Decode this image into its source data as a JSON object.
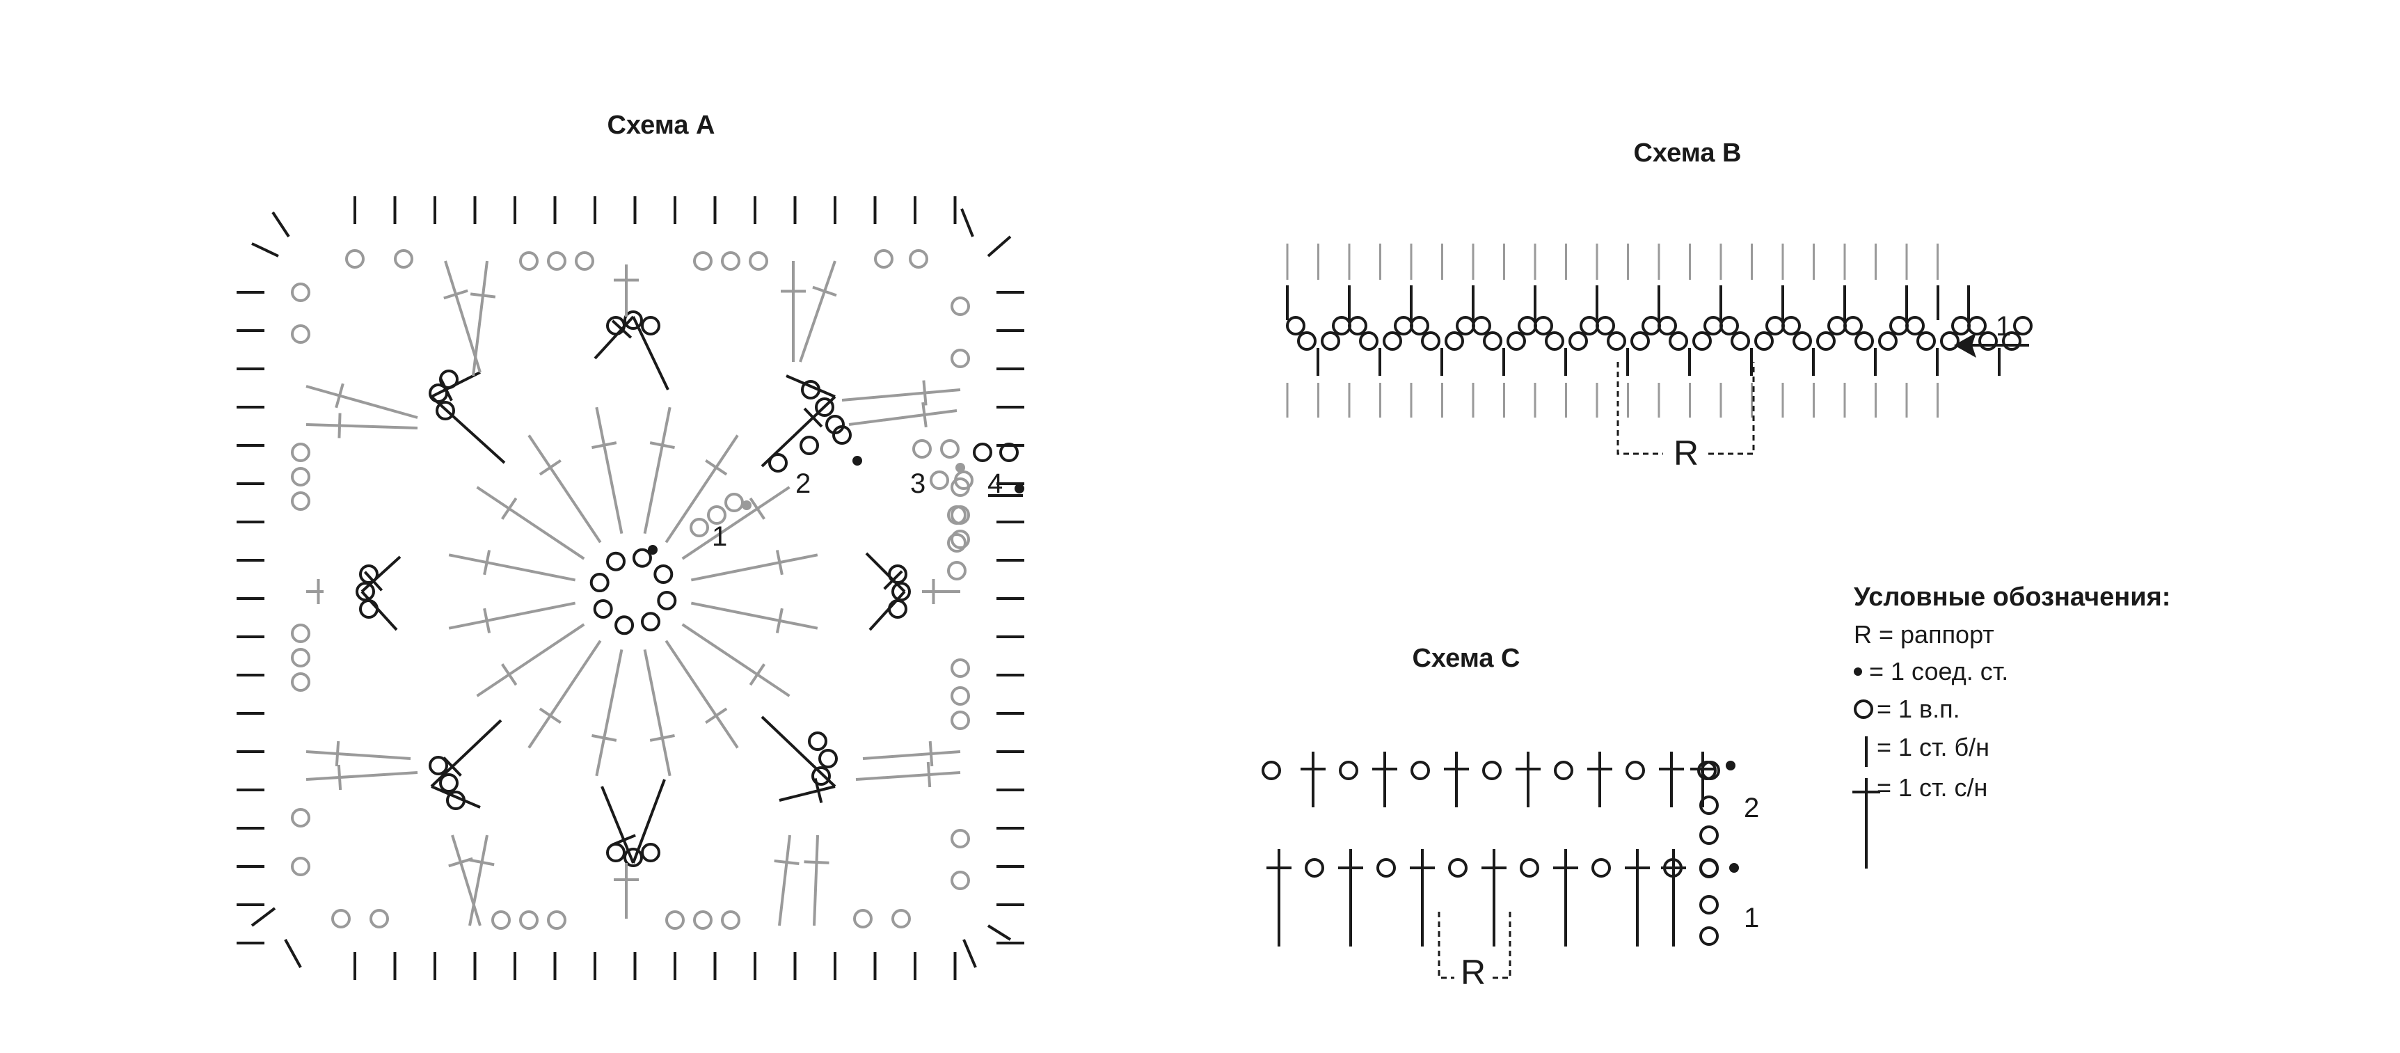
{
  "diagram_a": {
    "title": "Схема А",
    "round_numbers": [
      "1",
      "2",
      "3",
      "4"
    ]
  },
  "diagram_b": {
    "title": "Схема В",
    "row_number": "1",
    "repeat_label": "R"
  },
  "diagram_c": {
    "title": "Схема С",
    "row_numbers": [
      "2",
      "1"
    ],
    "repeat_label": "R"
  },
  "legend": {
    "title": "Условные обозначения:",
    "items": [
      {
        "symbol": "none",
        "text": "R = раппорт"
      },
      {
        "symbol": "dot",
        "text": "= 1 соед. ст."
      },
      {
        "symbol": "circle",
        "text": "= 1 в.п."
      },
      {
        "symbol": "bar",
        "text": "= 1 ст. б/н"
      },
      {
        "symbol": "cross",
        "text": "= 1 ст. с/н"
      }
    ]
  },
  "colors": {
    "ink": "#1a1a1a",
    "gray": "#9a9a9a"
  }
}
